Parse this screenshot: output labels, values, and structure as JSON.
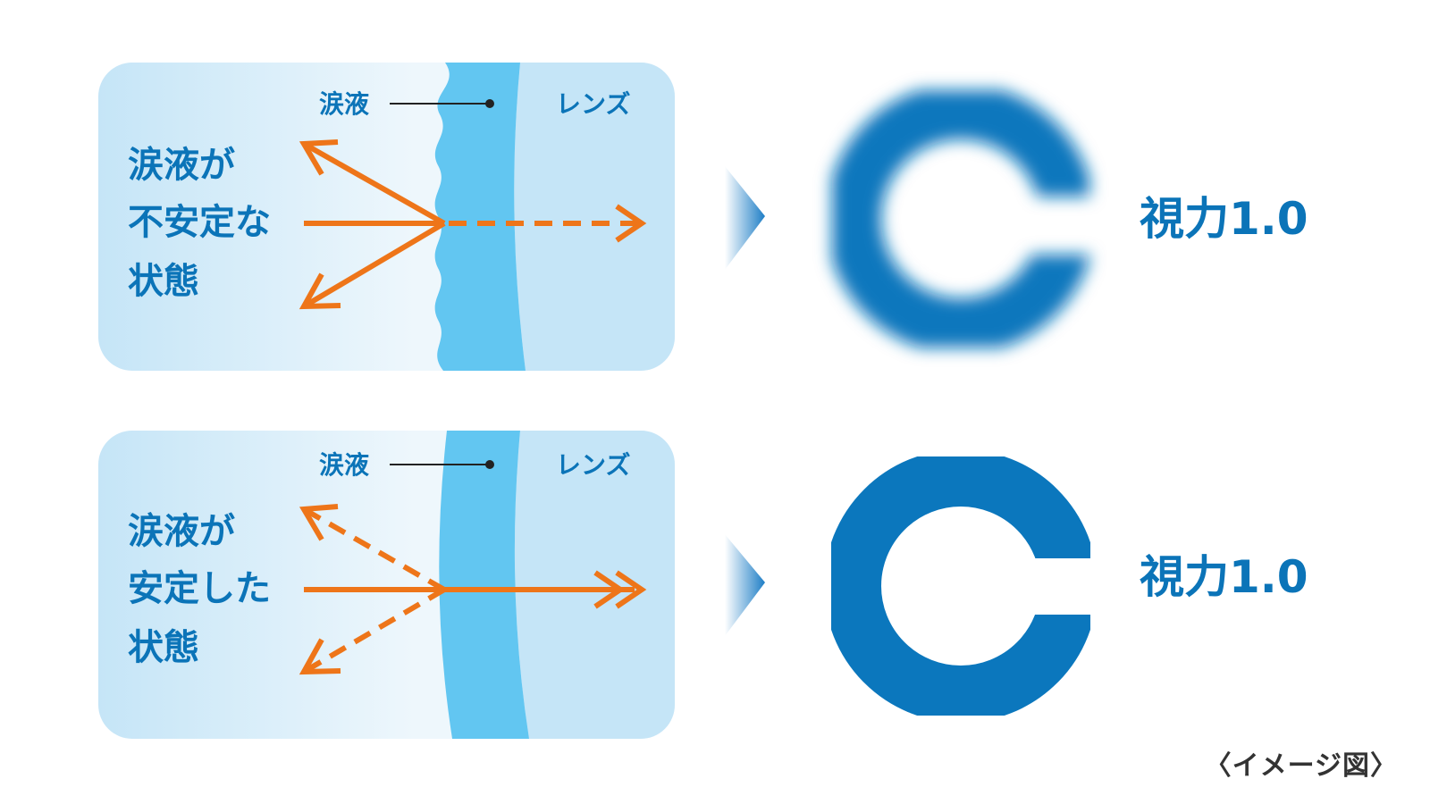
{
  "colors": {
    "panel_light": "#eef7fc",
    "panel_blue": "#c5e5f7",
    "tear_film": "#62c6f1",
    "text_blue": "#0b74b8",
    "arrow_orange": "#ee7519",
    "landolt_blue": "#0b77bd"
  },
  "panels": [
    {
      "state": "unstable",
      "label_tear": "涙液",
      "label_lens": "レンズ",
      "condition_lines": [
        "涙液が",
        "不安定な",
        "状態"
      ],
      "acuity": "視力1.0",
      "landolt_blurred": true
    },
    {
      "state": "stable",
      "label_tear": "涙液",
      "label_lens": "レンズ",
      "condition_lines": [
        "涙液が",
        "安定した",
        "状態"
      ],
      "acuity": "視力1.0",
      "landolt_blurred": false
    }
  ],
  "caption": "〈イメージ図〉"
}
